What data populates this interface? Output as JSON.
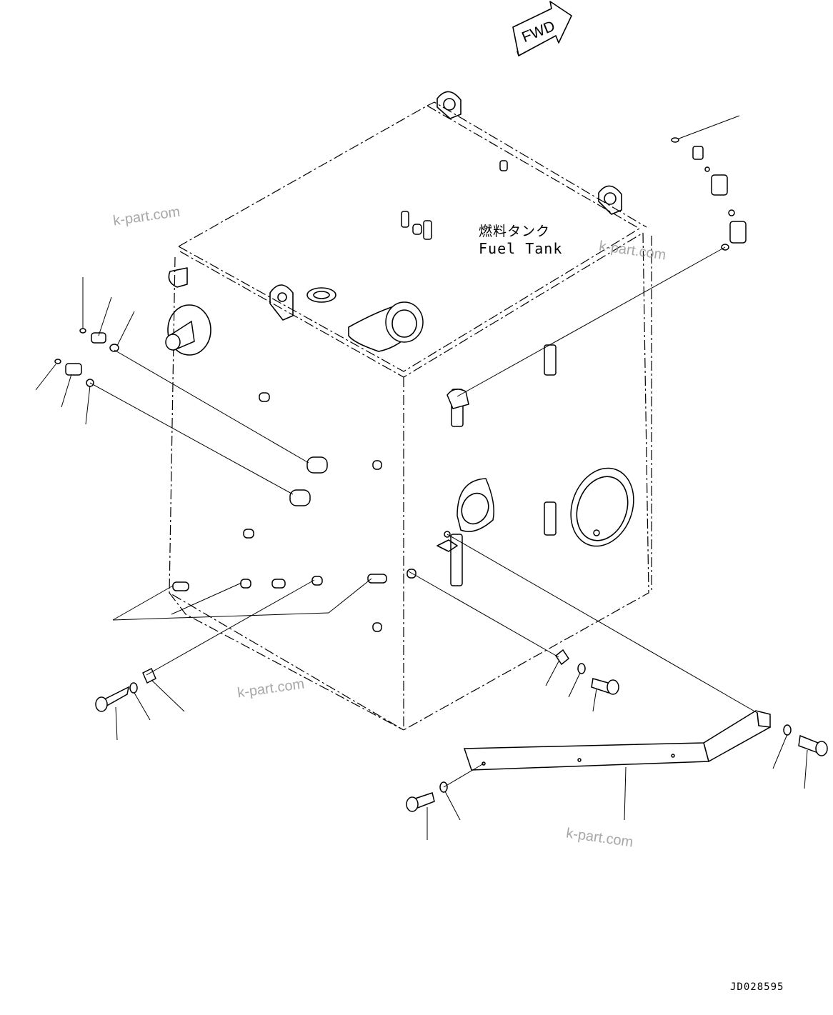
{
  "labels": {
    "title_jp": "燃料タンク",
    "title_en": "Fuel Tank",
    "fwd": "FWD",
    "figure_no": "JD028595"
  },
  "watermarks": [
    "k-part.com",
    "k-part.com",
    "k-part.com",
    "k-part.com"
  ]
}
